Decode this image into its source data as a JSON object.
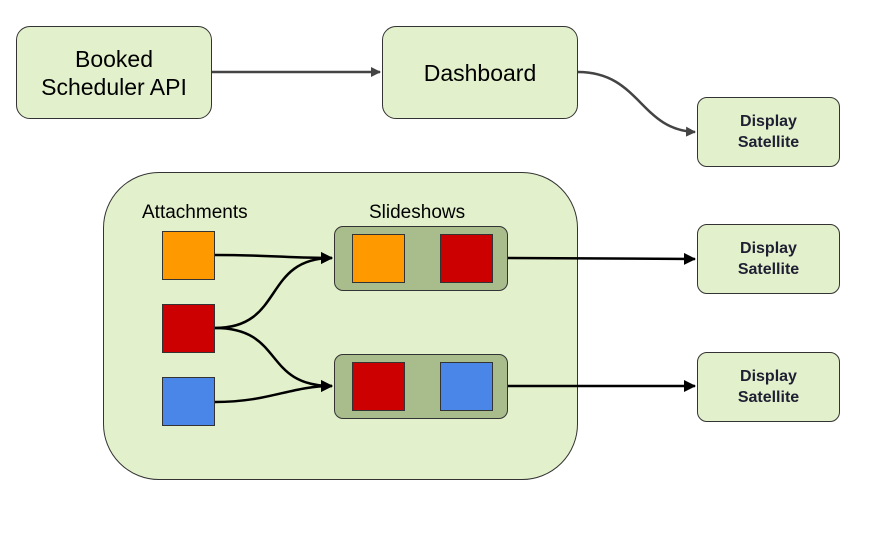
{
  "nodes": {
    "api": "Booked\nScheduler API",
    "dashboard": "Dashboard",
    "satellites": [
      "Display\nSatellite",
      "Display\nSatellite",
      "Display\nSatellite"
    ]
  },
  "group": {
    "attachments_label": "Attachments",
    "slideshows_label": "Slideshows"
  },
  "colors": {
    "box_fill": "#e2f0cb",
    "slideshow_fill": "#a8bc8c",
    "orange": "#ff9900",
    "red": "#cc0000",
    "blue": "#4a86e8",
    "arrow": "#000000",
    "arrow_grey": "#444444"
  },
  "attachments": [
    {
      "icon": "orange-square",
      "color": "#ff9900"
    },
    {
      "icon": "red-square",
      "color": "#cc0000"
    },
    {
      "icon": "blue-square",
      "color": "#4a86e8"
    }
  ],
  "slideshows": [
    {
      "items": [
        "orange-square",
        "red-square"
      ]
    },
    {
      "items": [
        "red-square",
        "blue-square"
      ]
    }
  ]
}
